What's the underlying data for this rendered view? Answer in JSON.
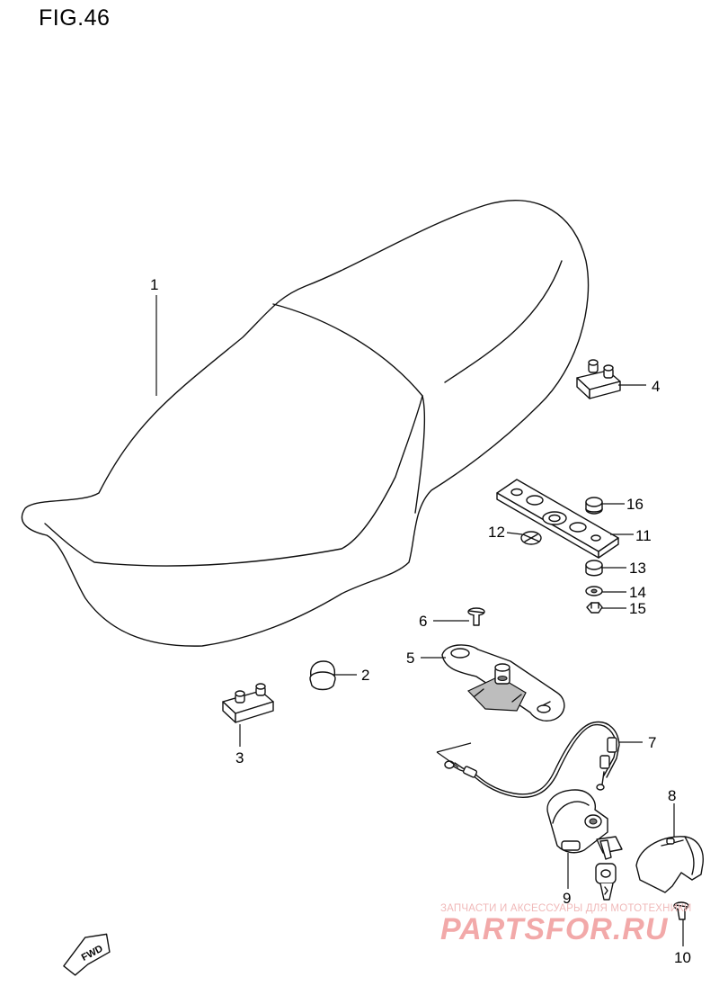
{
  "figure": {
    "title": "FIG.46"
  },
  "callouts": [
    "1",
    "2",
    "3",
    "4",
    "5",
    "6",
    "7",
    "8",
    "9",
    "10",
    "11",
    "12",
    "13",
    "14",
    "15",
    "16"
  ],
  "fwd_label": "FWD",
  "watermark": {
    "tagline": "ЗАПЧАСТИ И АКСЕССУАРЫ ДЛЯ МОТОТЕХНИКИ",
    "brand": "PARTSFOR.RU"
  },
  "colors": {
    "line": "#111111",
    "background": "#ffffff",
    "watermark": "#f2a9a9"
  }
}
